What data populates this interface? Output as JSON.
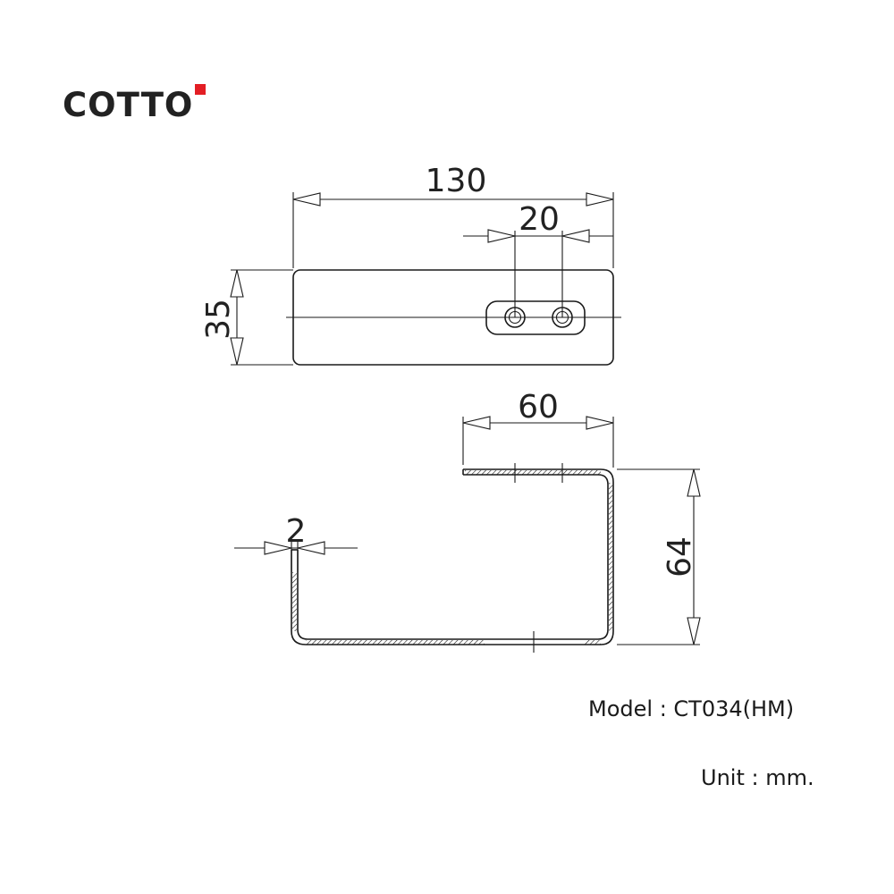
{
  "brand": {
    "logo_text": "COTTO",
    "accent_color": "#e31e24"
  },
  "dimensions": {
    "length": "130",
    "hole_spacing": "20",
    "width": "35",
    "arm_length": "60",
    "height": "64",
    "thickness": "2"
  },
  "info": {
    "model": "Model : CT034(HM)",
    "unit": "Unit : mm."
  },
  "colors": {
    "line": "#1a1a1a",
    "text": "#222222"
  }
}
